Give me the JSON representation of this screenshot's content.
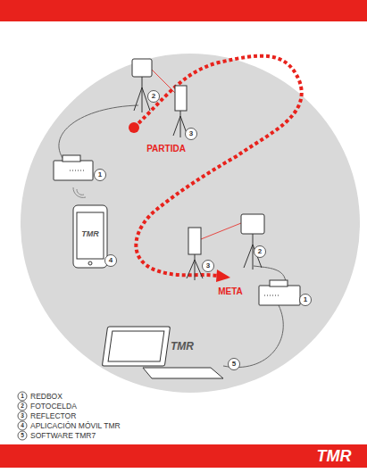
{
  "diagram": {
    "labels": [
      "2",
      "3",
      "1",
      "PARTIDA",
      "4",
      "TMR",
      "2",
      "3",
      "META",
      "1",
      "5",
      "TMR",
      "1",
      "2",
      "3",
      "4",
      "5",
      "TMR"
    ],
    "legend": [
      {
        "text": "REDBOX"
      },
      {
        "text": "FOTOCELDA"
      },
      {
        "text": "REFLECTOR"
      },
      {
        "text": "APLICACIÓN MÓVIL TMR"
      },
      {
        "text": "SOFTWARE TMR7"
      }
    ]
  }
}
